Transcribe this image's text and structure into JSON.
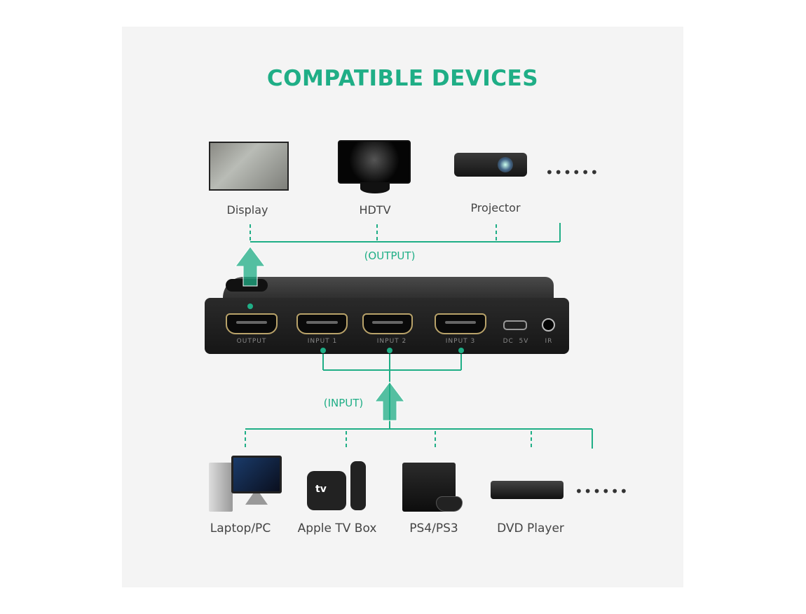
{
  "title": "COMPATIBLE DEVICES",
  "output_devices": [
    {
      "label": "Display",
      "icon": "display-icon"
    },
    {
      "label": "HDTV",
      "icon": "hdtv-icon"
    },
    {
      "label": "Projector",
      "icon": "projector-icon"
    }
  ],
  "output_label": "(OUTPUT)",
  "input_label": "(INPUT)",
  "more": "••••••",
  "switch_ports": [
    "OUTPUT",
    "INPUT 1",
    "INPUT 2",
    "INPUT 3",
    "DC  5V",
    "IR"
  ],
  "input_devices": [
    {
      "label": "Laptop/PC",
      "icon": "pc-icon"
    },
    {
      "label": "Apple TV Box",
      "icon": "apple-tv-icon"
    },
    {
      "label": "PS4/PS3",
      "icon": "ps4-icon"
    },
    {
      "label": "DVD Player",
      "icon": "dvd-player-icon"
    }
  ],
  "colors": {
    "accent": "#1fae86",
    "panel": "#f4f4f4"
  }
}
